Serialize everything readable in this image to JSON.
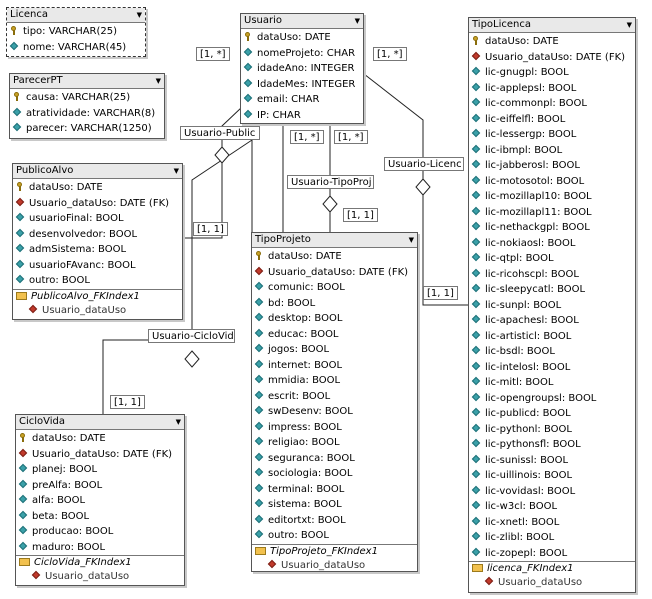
{
  "entities": {
    "licenca": {
      "name": "Licenca",
      "attrs": [
        {
          "icon": "key",
          "text": "tipo: VARCHAR(25)"
        },
        {
          "icon": "dia",
          "text": "nome: VARCHAR(45)"
        }
      ]
    },
    "parecer": {
      "name": "ParecerPT",
      "attrs": [
        {
          "icon": "key",
          "text": "causa: VARCHAR(25)"
        },
        {
          "icon": "dia",
          "text": "atratividade: VARCHAR(8)"
        },
        {
          "icon": "dia",
          "text": "parecer: VARCHAR(1250)"
        }
      ]
    },
    "usuario": {
      "name": "Usuario",
      "attrs": [
        {
          "icon": "key",
          "text": "dataUso: DATE"
        },
        {
          "icon": "dia",
          "text": "nomeProjeto: CHAR"
        },
        {
          "icon": "dia",
          "text": "idadeAno: INTEGER"
        },
        {
          "icon": "dia",
          "text": "IdadeMes: INTEGER"
        },
        {
          "icon": "dia",
          "text": "email: CHAR"
        },
        {
          "icon": "dia",
          "text": "IP: CHAR"
        }
      ]
    },
    "publico": {
      "name": "PublicoAlvo",
      "attrs": [
        {
          "icon": "key",
          "text": "dataUso: DATE"
        },
        {
          "icon": "fk",
          "text": "Usuario_dataUso: DATE (FK)"
        },
        {
          "icon": "dia",
          "text": "usuarioFinal: BOOL"
        },
        {
          "icon": "dia",
          "text": "desenvolvedor: BOOL"
        },
        {
          "icon": "dia",
          "text": "admSistema: BOOL"
        },
        {
          "icon": "dia",
          "text": "usuarioFAvanc: BOOL"
        },
        {
          "icon": "dia",
          "text": "outro: BOOL"
        }
      ],
      "index": "PublicoAlvo_FKIndex1",
      "index_col": "Usuario_dataUso"
    },
    "tipoprojeto": {
      "name": "TipoProjeto",
      "attrs": [
        {
          "icon": "key",
          "text": "dataUso: DATE"
        },
        {
          "icon": "fk",
          "text": "Usuario_dataUso: DATE (FK)"
        },
        {
          "icon": "dia",
          "text": "comunic: BOOL"
        },
        {
          "icon": "dia",
          "text": "bd: BOOL"
        },
        {
          "icon": "dia",
          "text": "desktop: BOOL"
        },
        {
          "icon": "dia",
          "text": "educac: BOOL"
        },
        {
          "icon": "dia",
          "text": "jogos: BOOL"
        },
        {
          "icon": "dia",
          "text": "internet: BOOL"
        },
        {
          "icon": "dia",
          "text": "mmidia: BOOL"
        },
        {
          "icon": "dia",
          "text": "escrit: BOOL"
        },
        {
          "icon": "dia",
          "text": "swDesenv: BOOL"
        },
        {
          "icon": "dia",
          "text": "impress: BOOL"
        },
        {
          "icon": "dia",
          "text": "religiao: BOOL"
        },
        {
          "icon": "dia",
          "text": "seguranca: BOOL"
        },
        {
          "icon": "dia",
          "text": "sociologia: BOOL"
        },
        {
          "icon": "dia",
          "text": "terminal: BOOL"
        },
        {
          "icon": "dia",
          "text": "sistema: BOOL"
        },
        {
          "icon": "dia",
          "text": "editortxt: BOOL"
        },
        {
          "icon": "dia",
          "text": "outro: BOOL"
        }
      ],
      "index": "TipoProjeto_FKIndex1",
      "index_col": "Usuario_dataUso"
    },
    "ciclovida": {
      "name": "CicloVida",
      "attrs": [
        {
          "icon": "key",
          "text": "dataUso: DATE"
        },
        {
          "icon": "fk",
          "text": "Usuario_dataUso: DATE (FK)"
        },
        {
          "icon": "dia",
          "text": "planej: BOOL"
        },
        {
          "icon": "dia",
          "text": "preAlfa: BOOL"
        },
        {
          "icon": "dia",
          "text": "alfa: BOOL"
        },
        {
          "icon": "dia",
          "text": "beta: BOOL"
        },
        {
          "icon": "dia",
          "text": "producao: BOOL"
        },
        {
          "icon": "dia",
          "text": "maduro: BOOL"
        }
      ],
      "index": "CicloVida_FKIndex1",
      "index_col": "Usuario_dataUso"
    },
    "tipolicenca": {
      "name": "TipoLicenca",
      "attrs": [
        {
          "icon": "key",
          "text": "dataUso: DATE"
        },
        {
          "icon": "fk",
          "text": "Usuario_dataUso: DATE (FK)"
        },
        {
          "icon": "dia",
          "text": "lic-gnugpl: BOOL"
        },
        {
          "icon": "dia",
          "text": "lic-applepsl: BOOL"
        },
        {
          "icon": "dia",
          "text": "lic-commonpl: BOOL"
        },
        {
          "icon": "dia",
          "text": "lic-eiffelfl: BOOL"
        },
        {
          "icon": "dia",
          "text": "lic-lessergp: BOOL"
        },
        {
          "icon": "dia",
          "text": "lic-ibmpl: BOOL"
        },
        {
          "icon": "dia",
          "text": "lic-jabberosl: BOOL"
        },
        {
          "icon": "dia",
          "text": "lic-motosotol: BOOL"
        },
        {
          "icon": "dia",
          "text": "lic-mozillapl10: BOOL"
        },
        {
          "icon": "dia",
          "text": "lic-mozillapl11: BOOL"
        },
        {
          "icon": "dia",
          "text": "lic-nethackgpl: BOOL"
        },
        {
          "icon": "dia",
          "text": "lic-nokiaosl: BOOL"
        },
        {
          "icon": "dia",
          "text": "lic-qtpl: BOOL"
        },
        {
          "icon": "dia",
          "text": "lic-ricohscpl: BOOL"
        },
        {
          "icon": "dia",
          "text": "lic-sleepycatl: BOOL"
        },
        {
          "icon": "dia",
          "text": "lic-sunpl: BOOL"
        },
        {
          "icon": "dia",
          "text": "lic-apachesl: BOOL"
        },
        {
          "icon": "dia",
          "text": "lic-artisticl: BOOL"
        },
        {
          "icon": "dia",
          "text": "lic-bsdl: BOOL"
        },
        {
          "icon": "dia",
          "text": "lic-intelosl: BOOL"
        },
        {
          "icon": "dia",
          "text": "lic-mitl: BOOL"
        },
        {
          "icon": "dia",
          "text": "lic-opengroupsl: BOOL"
        },
        {
          "icon": "dia",
          "text": "lic-publicd: BOOL"
        },
        {
          "icon": "dia",
          "text": "lic-pythonl: BOOL"
        },
        {
          "icon": "dia",
          "text": "lic-pythonsfl: BOOL"
        },
        {
          "icon": "dia",
          "text": "lic-sunissl: BOOL"
        },
        {
          "icon": "dia",
          "text": "lic-uillinois: BOOL"
        },
        {
          "icon": "dia",
          "text": "lic-vovidasl: BOOL"
        },
        {
          "icon": "dia",
          "text": "lic-w3cl: BOOL"
        },
        {
          "icon": "dia",
          "text": "lic-xnetl: BOOL"
        },
        {
          "icon": "dia",
          "text": "lic-zlibl: BOOL"
        },
        {
          "icon": "dia",
          "text": "lic-zopepl: BOOL"
        }
      ],
      "index": "licenca_FKIndex1",
      "index_col": "Usuario_dataUso"
    }
  },
  "relations": {
    "publico": "Usuario-Public",
    "tipoprojeto": "Usuario-TipoProj",
    "licenca": "Usuario-Licenc",
    "ciclovida": "Usuario-CicloVid"
  },
  "cardinalities": {
    "usuario_publico": "[1, *]",
    "usuario_tipoprojeto": "[1, *]",
    "usuario_tipoprojeto_b": "[1, *]",
    "usuario_licenca": "[1, *]",
    "publico_side": "[1, 1]",
    "tipoprojeto_side": "[1, 1]",
    "licenca_side": "[1, 1]",
    "ciclovida_side": "[1, 1]"
  }
}
